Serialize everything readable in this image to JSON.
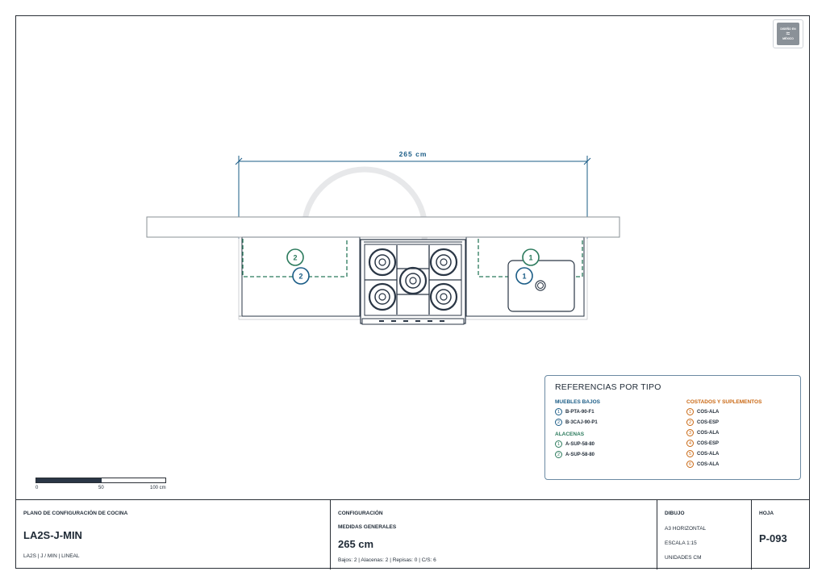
{
  "plan": {
    "dimension_label": "265 cm",
    "markers": {
      "alacena_left": "2",
      "bajo_left": "2",
      "alacena_right": "1",
      "bajo_right": "1"
    }
  },
  "badge": {
    "line1": "DISEÑO EN",
    "line2": "MÉXICO"
  },
  "legend": {
    "title": "REFERENCIAS POR TIPO",
    "muebles_bajos": {
      "title": "MUEBLES BAJOS",
      "items": [
        {
          "num": "1",
          "code": "B-PTA-90-F1"
        },
        {
          "num": "2",
          "code": "B-3CAJ-90-P1"
        }
      ]
    },
    "alacenas": {
      "title": "ALACENAS",
      "items": [
        {
          "num": "1",
          "code": "A-SUP-58-80"
        },
        {
          "num": "2",
          "code": "A-SUP-58-80"
        }
      ]
    },
    "costados": {
      "title": "COSTADOS Y SUPLEMENTOS",
      "items": [
        {
          "num": "1",
          "code": "COS-ALA"
        },
        {
          "num": "2",
          "code": "COS-ESP"
        },
        {
          "num": "3",
          "code": "COS-ALA"
        },
        {
          "num": "4",
          "code": "COS-ESP"
        },
        {
          "num": "5",
          "code": "COS-ALA"
        },
        {
          "num": "6",
          "code": "COS-ALA"
        }
      ]
    }
  },
  "scale_bar": {
    "labels": [
      "0",
      "50",
      "100 cm"
    ]
  },
  "title_block": {
    "plan_label": "PLANO DE CONFIGURACIÓN DE COCINA",
    "model": "LA2S-J-MIN",
    "model_desc": "LA2S | J / MIN | LINEAL",
    "config_label": "CONFIGURACIÓN",
    "medidas_label": "MEDIDAS GENERALES",
    "medida_value": "265 cm",
    "counts": "Bajos: 2 | Alacenas: 2 | Repisas: 0 | C/S: 6",
    "dibujo_label": "DIBUJO",
    "dibujo_format": "A3 HORIZONTAL",
    "dibujo_scale": "ESCALA 1:15",
    "dibujo_units": "UNIDADES CM",
    "hoja_label": "HOJA",
    "hoja_value": "P-093"
  }
}
